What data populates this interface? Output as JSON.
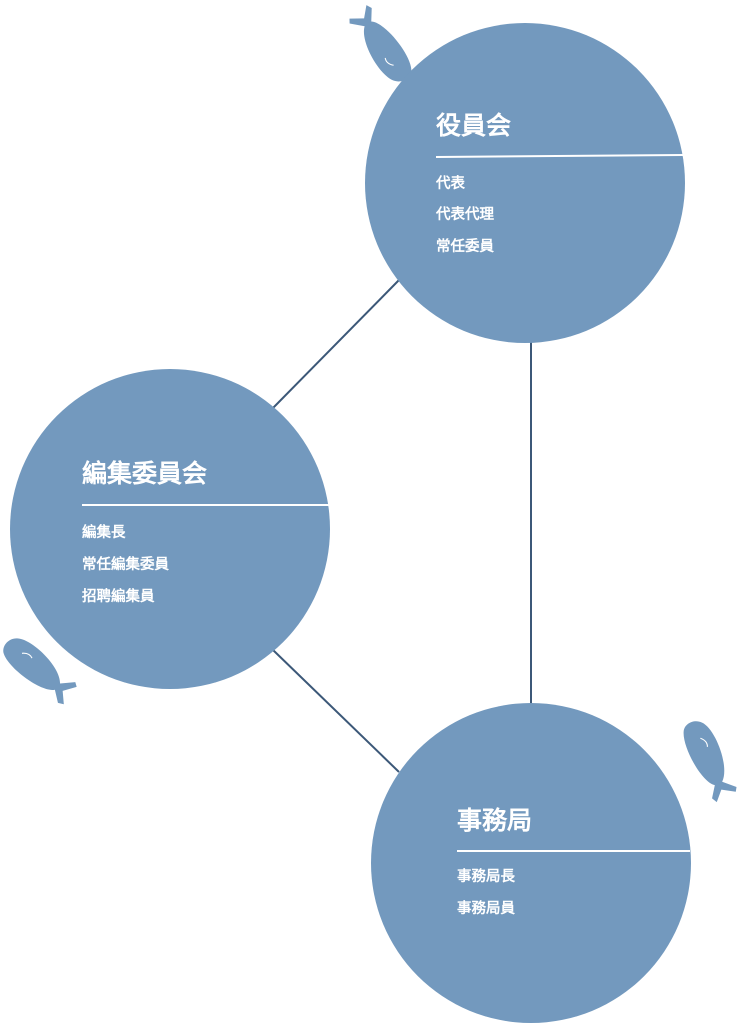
{
  "colors": {
    "circle_fill": "#7399be",
    "connector": "#3c5878",
    "whale": "#7399be",
    "text": "#ffffff"
  },
  "nodes": [
    {
      "id": "board",
      "title": "役員会",
      "items": [
        "代表",
        "代表代理",
        "常任委員"
      ]
    },
    {
      "id": "editorial",
      "title": "編集委員会",
      "items": [
        "編集長",
        "常任編集委員",
        "招聘編集員"
      ]
    },
    {
      "id": "secretariat",
      "title": "事務局",
      "items": [
        "事務局長",
        "事務局員"
      ]
    }
  ],
  "connections": [
    [
      "board",
      "editorial"
    ],
    [
      "board",
      "secretariat"
    ],
    [
      "editorial",
      "secretariat"
    ]
  ],
  "decorations": [
    "whale-icon",
    "whale-icon",
    "whale-icon"
  ]
}
